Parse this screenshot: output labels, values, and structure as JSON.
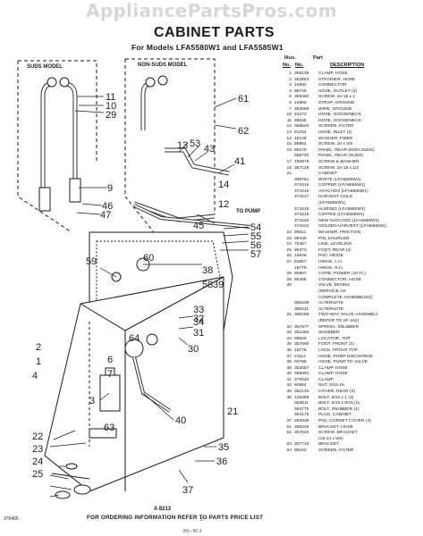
{
  "watermark": "AppliancePartsPros.com",
  "title": "CABINET PARTS",
  "subtitle": "For Models LFA5580W1 and LFA5585W1",
  "parts_list": {
    "header_illus": "Illus.",
    "header_part": "Part",
    "header_no1": "No.",
    "header_no2": "No.",
    "header_desc": "DESCRIPTION",
    "rows": [
      {
        "illus": "1",
        "part": "356138",
        "desc": "CLAMP, HOSE"
      },
      {
        "illus": "2",
        "part": "352853",
        "desc": "STRAINER, HOSE"
      },
      {
        "illus": "3",
        "part": "16892",
        "desc": "CONNECTOR"
      },
      {
        "illus": "4",
        "part": "96746",
        "desc": "HOSE, OUTLET (2)"
      },
      {
        "illus": "5",
        "part": "356460",
        "desc": "SCREW, 10-16 x 1"
      },
      {
        "illus": "6",
        "part": "22965",
        "desc": "STRAP, GROUND"
      },
      {
        "illus": "7",
        "part": "384068",
        "desc": "WIRE, GROUND"
      },
      {
        "illus": "10",
        "part": "91273",
        "desc": "HOSE, GOOSENECK"
      },
      {
        "illus": "11",
        "part": "96045",
        "desc": "HOSE, GOOSENECK"
      },
      {
        "illus": "12",
        "part": "358520",
        "desc": "SCREEN, FILTER"
      },
      {
        "illus": "13",
        "part": "91334",
        "desc": "HOSE, INLET (2)"
      },
      {
        "illus": "14",
        "part": "16138",
        "desc": "WASHER, FIBER"
      },
      {
        "illus": "15",
        "part": "90864",
        "desc": "SCREW, 10 x 3/8"
      },
      {
        "illus": "16",
        "part": "85279",
        "desc": "PANEL, REAR (NON-SUDS)"
      },
      {
        "illus": "",
        "part": "355730",
        "desc": "PANEL, REAR (SUDS)"
      },
      {
        "illus": "17",
        "part": "190879",
        "desc": "SCREW & WASHER"
      },
      {
        "illus": "18",
        "part": "387128",
        "desc": "SCREW, 10-16 x 1/2"
      },
      {
        "illus": "21",
        "part": "",
        "desc": "CABINET"
      },
      {
        "illus": "",
        "part": "368761",
        "desc": "WHITE (LFA5580W1)"
      },
      {
        "illus": "",
        "part": "374415",
        "desc": "COPPER (LFA5585W1)"
      },
      {
        "illus": "",
        "part": "374416",
        "desc": "AVOCADO (LFA5580W1)"
      },
      {
        "illus": "",
        "part": "374417",
        "desc": "HARVEST GOLD"
      },
      {
        "illus": "",
        "part": "",
        "desc": "(LFA5585W1)"
      },
      {
        "illus": "",
        "part": "374418",
        "desc": "ALMOND (LFA5580W1)"
      },
      {
        "illus": "",
        "part": "374419",
        "desc": "COFFEE (LFA5585W1)"
      },
      {
        "illus": "",
        "part": "374420",
        "desc": "NEW AVOCADO (LFA5580W1)"
      },
      {
        "illus": "",
        "part": "374422",
        "desc": "GOLDEN HARVEST (LFA5585W1)"
      },
      {
        "illus": "22",
        "part": "90611",
        "desc": "WASHER, FRICTION"
      },
      {
        "illus": "23",
        "part": "98439",
        "desc": "PIN, KNURLED"
      },
      {
        "illus": "24",
        "part": "75457",
        "desc": "LINK, LEVELING"
      },
      {
        "illus": "25",
        "part": "96373",
        "desc": "FOOT, REAR (2)"
      },
      {
        "illus": "26",
        "part": "18949",
        "desc": "PAD, HINGE"
      },
      {
        "illus": "27",
        "part": "92657",
        "desc": "HINGE, L.H."
      },
      {
        "illus": "",
        "part": "18775",
        "desc": "HINGE, R.H."
      },
      {
        "illus": "28",
        "part": "90667",
        "desc": "CORD, POWER (10 Ft.)"
      },
      {
        "illus": "29",
        "part": "95466",
        "desc": "CONNECTOR, HOSE"
      },
      {
        "illus": "30",
        "part": "",
        "desc": "VALVE, MIXING"
      },
      {
        "illus": "",
        "part": "",
        "desc": "(SERVICE AS"
      },
      {
        "illus": "",
        "part": "",
        "desc": "COMPLETE ASSEMBLIES)"
      },
      {
        "illus": "",
        "part": "385438",
        "desc": "ALTERNATE"
      },
      {
        "illus": "",
        "part": "385211",
        "desc": "ALTERNATE"
      },
      {
        "illus": "31",
        "part": "360168",
        "desc": "TWO-WAY VALVE ASSEMBLY"
      },
      {
        "illus": "",
        "part": "",
        "desc": "(REFER TO SF-342)"
      },
      {
        "illus": "32",
        "part": "357977",
        "desc": "SPRING, SNUBBER"
      },
      {
        "illus": "33",
        "part": "351356",
        "desc": "SNUBBER"
      },
      {
        "illus": "34",
        "part": "98649",
        "desc": "LOCATOR, TOP"
      },
      {
        "illus": "35",
        "part": "357690",
        "desc": "FOOT, FRONT (2)"
      },
      {
        "illus": "36",
        "part": "18776",
        "desc": "LOCK, FRONT TOP"
      },
      {
        "illus": "37",
        "part": "21114",
        "desc": "HOSE, PUMP DISCHARGE"
      },
      {
        "illus": "38",
        "part": "93786",
        "desc": "HOSE, PUMP TO VALVE"
      },
      {
        "illus": "39",
        "part": "353097",
        "desc": "CLAMP, HOSE"
      },
      {
        "illus": "40",
        "part": "355094",
        "desc": "CLAMP, HOSE"
      },
      {
        "illus": "41",
        "part": "370045",
        "desc": "CLAMP"
      },
      {
        "illus": "43",
        "part": "90984",
        "desc": "NUT, 5/16-18"
      },
      {
        "illus": "45",
        "part": "352145",
        "desc": "COVER, REAR (3)"
      },
      {
        "illus": "46",
        "part": "126358",
        "desc": "BOLT, 5/16 x 1 (3)"
      },
      {
        "illus": "",
        "part": "353611",
        "desc": "BOLT, 5/16 x 9/16 (2)"
      },
      {
        "illus": "",
        "part": "353770",
        "desc": "BOLT, SNUBBER (1)"
      },
      {
        "illus": "",
        "part": "354179",
        "desc": "PLUG, CABINET"
      },
      {
        "illus": "47",
        "part": "352638",
        "desc": "PAD, CORSET COVER (4)"
      },
      {
        "illus": "61",
        "part": "358329",
        "desc": "BRACKET, HOSE"
      },
      {
        "illus": "62",
        "part": "357640",
        "desc": "SCREW, BRACKET"
      },
      {
        "illus": "",
        "part": "",
        "desc": "(16-14 x 5/8)"
      },
      {
        "illus": "63",
        "part": "357719",
        "desc": "BRACKET"
      },
      {
        "illus": "64",
        "part": "96163",
        "desc": "SCREEN, FILTER"
      }
    ]
  },
  "diagram": {
    "suds_label": "SUDS MODEL",
    "non_suds_label": "NON-SUDS MODEL",
    "to_pump": "TO PUMP",
    "callouts": [
      "11",
      "10",
      "29",
      "61",
      "62",
      "13",
      "53",
      "43",
      "41",
      "14",
      "12",
      "9",
      "46",
      "47",
      "45",
      "54",
      "55",
      "56",
      "57",
      "58",
      "38",
      "39",
      "59",
      "60",
      "33",
      "34",
      "32",
      "31",
      "30",
      "3",
      "40",
      "35",
      "36",
      "37",
      "22",
      "23",
      "24",
      "25",
      "2",
      "1",
      "4",
      "63",
      "6",
      "7",
      "64",
      "21"
    ]
  },
  "footer": {
    "code": "376405",
    "art_no": "A 8213",
    "note": "FOR ORDERING INFORMATION REFER TO PARTS PRICE LIST",
    "page": "2",
    "scrawl": "39|-- 80.3"
  }
}
